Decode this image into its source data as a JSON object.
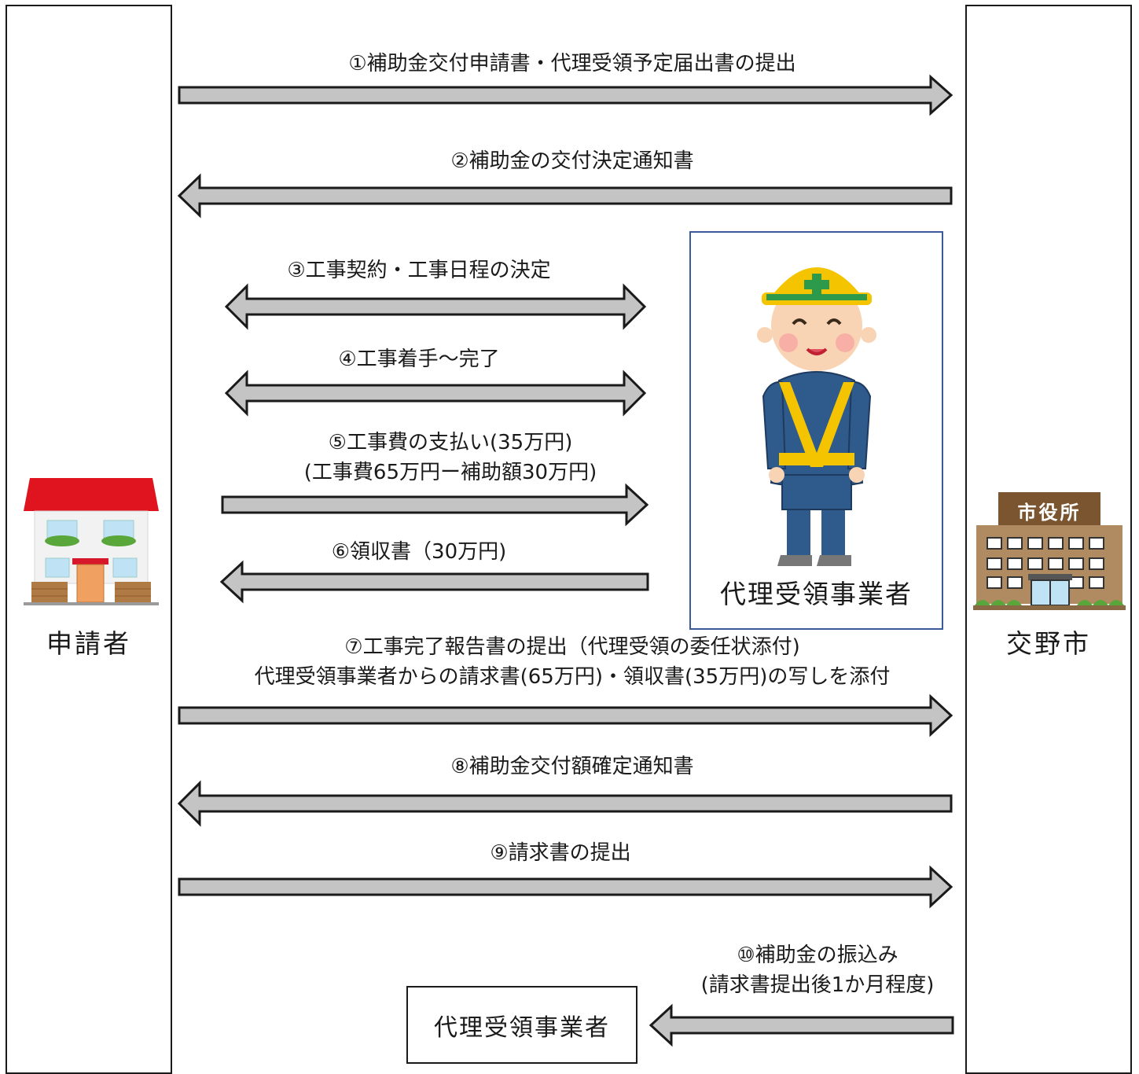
{
  "applicant": {
    "label": "申請者",
    "icon": "house-icon"
  },
  "city": {
    "label": "交野市",
    "icon": "city-hall-icon",
    "sign": "市役所"
  },
  "contractor": {
    "label": "代理受領事業者",
    "icon": "construction-worker-icon"
  },
  "steps": [
    {
      "lines": [
        "①補助金交付申請書・代理受領予定届出書の提出"
      ],
      "direction": "right"
    },
    {
      "lines": [
        "②補助金の交付決定通知書"
      ],
      "direction": "left"
    },
    {
      "lines": [
        "③工事契約・工事日程の決定"
      ],
      "direction": "both"
    },
    {
      "lines": [
        "④工事着手～完了"
      ],
      "direction": "both"
    },
    {
      "lines": [
        "⑤工事費の支払い(35万円)",
        "(工事費65万円ー補助額30万円)"
      ],
      "direction": "right"
    },
    {
      "lines": [
        "⑥領収書（30万円)"
      ],
      "direction": "left"
    },
    {
      "lines": [
        "⑦工事完了報告書の提出（代理受領の委任状添付)",
        "代理受領事業者からの請求書(65万円)・領収書(35万円)の写しを添付"
      ],
      "direction": "right"
    },
    {
      "lines": [
        "⑧補助金交付額確定通知書"
      ],
      "direction": "left"
    },
    {
      "lines": [
        "⑨請求書の提出"
      ],
      "direction": "right"
    },
    {
      "lines": [
        "⑩補助金の振込み",
        "(請求書提出後1か月程度)"
      ],
      "direction": "left"
    }
  ],
  "payment_recipient": {
    "label": "代理受領事業者"
  },
  "colors": {
    "arrow_fill": "#c4c4c4",
    "arrow_stroke": "#1a1a1a",
    "contractor_border": "#3b5a9a",
    "roof": "#e0141e",
    "helmet": "#f5c400",
    "uniform": "#2e5a8c",
    "building": "#b08a60"
  }
}
